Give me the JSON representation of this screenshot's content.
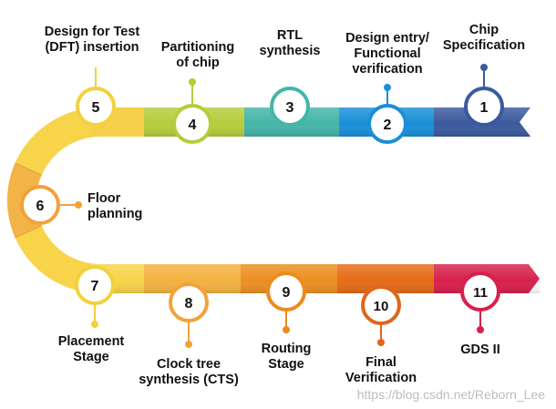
{
  "steps": [
    {
      "num": "1",
      "label": "Chip\nSpecification",
      "color": "#3b5a9e"
    },
    {
      "num": "2",
      "label": "Design entry/\nFunctional\nverification",
      "color": "#1a8fd8"
    },
    {
      "num": "3",
      "label": "RTL\nsynthesis",
      "color": "#45b5a8"
    },
    {
      "num": "4",
      "label": "Partitioning\nof chip",
      "color": "#b6cc3c"
    },
    {
      "num": "5",
      "label": "Design for Test\n(DFT) insertion",
      "color": "#f2d13f"
    },
    {
      "num": "6",
      "label": "Floor\nplanning",
      "color": "#f2a23a"
    },
    {
      "num": "7",
      "label": "Placement\nStage",
      "color": "#f2d13f"
    },
    {
      "num": "8",
      "label": "Clock tree\nsynthesis (CTS)",
      "color": "#f2a23a"
    },
    {
      "num": "9",
      "label": "Routing\nStage",
      "color": "#ed8a1e"
    },
    {
      "num": "10",
      "label": "Final\nVerification",
      "color": "#e0661a"
    },
    {
      "num": "11",
      "label": "GDS II",
      "color": "#d7214c"
    }
  ],
  "watermark": "https://blog.csdn.net/Reborn_Lee"
}
